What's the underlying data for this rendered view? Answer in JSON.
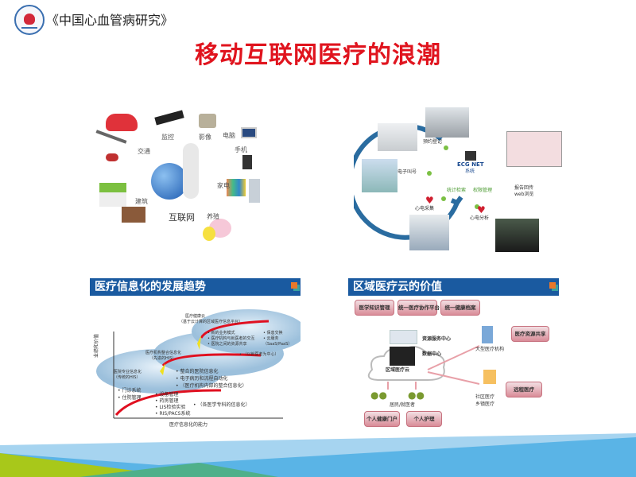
{
  "header": {
    "journal": "《中国心血管病研究》",
    "title": "移动互联网医疗的浪潮"
  },
  "internet_diagram": {
    "center": "互联网",
    "labels": [
      "交通",
      "监控",
      "影像",
      "电脑",
      "手机",
      "家电",
      "建筑",
      "养殖"
    ]
  },
  "ecg_diagram": {
    "system": "ECG NET",
    "system_sub": "系统",
    "steps": [
      "预约登记",
      "电子叫号",
      "心电采集",
      "心电分析",
      "报告回传",
      "web浏览"
    ],
    "modules": [
      "统计检索",
      "权限管理"
    ]
  },
  "trend_panel": {
    "title": "医疗信息化的发展趋势",
    "y_axis": "业绩和价值",
    "x_axis": "医疗信息化的能力",
    "stages": [
      {
        "label": "医院专业信息化",
        "sub": "（传统的HIS）",
        "items": [
          "• 门诊系统",
          "• 住院管理"
        ],
        "items2": [
          "• 设备管理",
          "• 药房管理",
          "• LIS检验实验",
          "• RIS/PACS系统"
        ],
        "note": "• （各医学专科的信息化）"
      },
      {
        "label": "医疗机构整合信息化",
        "sub": "（先进的HIS）",
        "items": [
          "• 整合的医院信息化",
          "• 电子病历和流程自动化",
          "• （医疗机构内部的整合信息化）"
        ]
      },
      {
        "label": "医疗健康云",
        "sub": "（基于云计算的区域医疗信息平台）",
        "items": [
          "• 新的业务模式",
          "• 医疗机构与就医者的交互",
          "• 医院之间的资源共享"
        ],
        "items2": [
          "• 保患交换",
          "• 云服务",
          "（SaaS/PaaS）"
        ],
        "note": "• （以就医者为中心）"
      }
    ]
  },
  "cloud_panel": {
    "title": "区域医疗云的价值",
    "top_buttons": [
      "医学知识管理",
      "统一医疗协作平台",
      "统一健康档案"
    ],
    "resource_center": "资源服务中心",
    "data_center": "数据中心",
    "cloud": "区域医疗云",
    "large_hospital": "大型医疗机构",
    "resource_share": "医疗资源共享",
    "community": "社区医疗",
    "township": "乡镇医疗",
    "remote": "远程医疗",
    "residents": "居民/就医者",
    "bottom_buttons": [
      "个人健康门户",
      "个人护理"
    ]
  },
  "colors": {
    "title": "#e0141e",
    "panel_header": "#1a5aa0",
    "green": "#a8c81a",
    "blue": "#5ab4e6"
  }
}
